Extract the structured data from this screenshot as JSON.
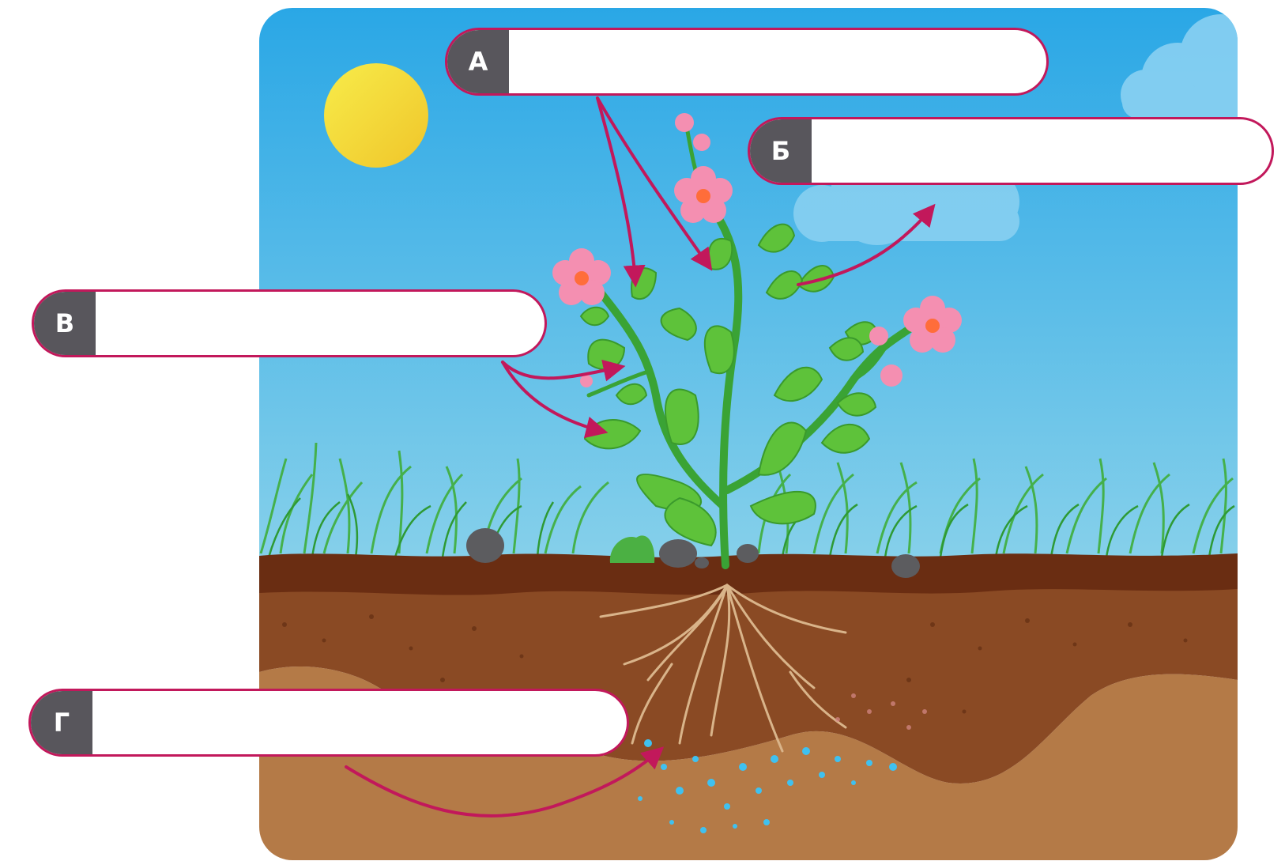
{
  "labels": [
    {
      "id": "a",
      "letter": "А",
      "value": ""
    },
    {
      "id": "b",
      "letter": "Б",
      "value": ""
    },
    {
      "id": "v",
      "letter": "В",
      "value": ""
    },
    {
      "id": "g",
      "letter": "Г",
      "value": ""
    }
  ],
  "colors": {
    "sky_top": "#2aa7e6",
    "sky_bottom": "#7fcbe8",
    "sun": "#f2e33b",
    "leaf": "#5ec23a",
    "stem": "#3aa335",
    "flower": "#f48fb1",
    "topsoil": "#6b2f14",
    "soil": "#8a4a22",
    "subsoil": "#b97a45",
    "water": "#3fc1f0",
    "arrow": "#c2185b",
    "tab": "#58565c"
  }
}
